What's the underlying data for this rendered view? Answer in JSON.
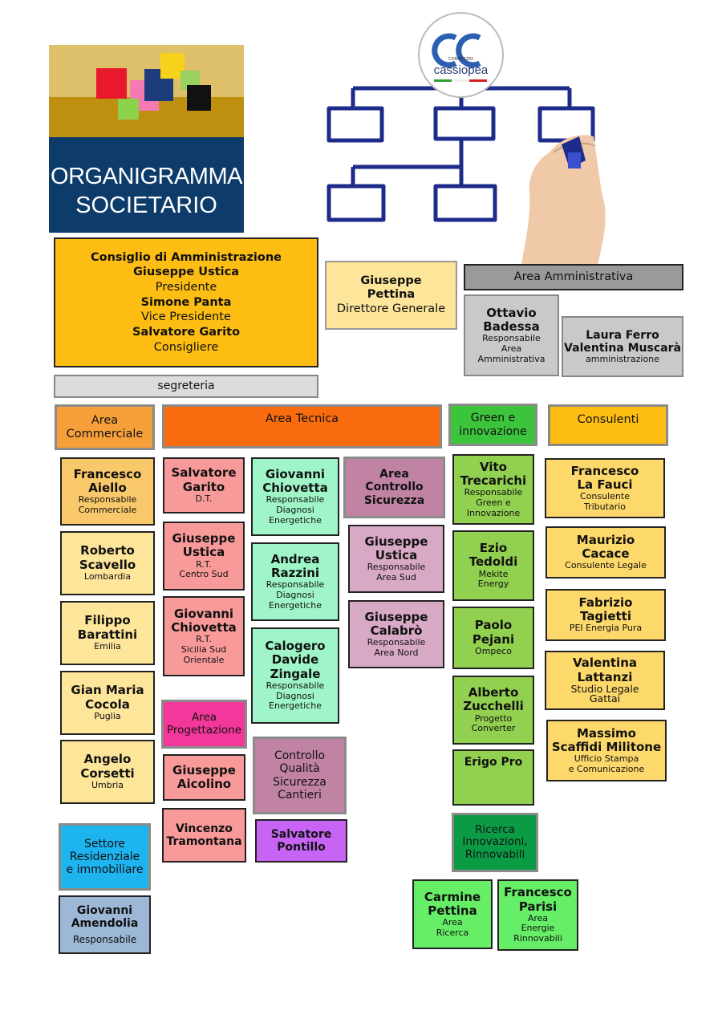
{
  "header": {
    "title_line1": "ORGANIGRAMMA",
    "title_line2": "SOCIETARIO",
    "logo_text": "cassiopea",
    "logo_sub": "CONSORZIO"
  },
  "cda": {
    "title": "Consiglio di Amministrazione",
    "p1_name": "Giuseppe Ustica",
    "p1_role": "Presidente",
    "p2_name": "Simone Panta",
    "p2_role": "Vice Presidente",
    "p3_name": "Salvatore Garito",
    "p3_role": "Consigliere"
  },
  "segreteria": "segreteria",
  "dg": {
    "name1": "Giuseppe",
    "name2": "Pettina",
    "role": "Direttore Generale"
  },
  "amministrativa": {
    "header": "Area Amministrativa",
    "badessa": {
      "n1": "Ottavio",
      "n2": "Badessa",
      "r1": "Responsabile",
      "r2": "Area",
      "r3": "Amministrativa"
    },
    "ferro": {
      "n1": "Laura Ferro",
      "n2": "Valentina Muscarà",
      "r1": "amministrazione"
    }
  },
  "commerciale": {
    "header_1": "Area",
    "header_2": "Commerciale",
    "people": [
      {
        "n1": "Francesco",
        "n2": "Aiello",
        "r1": "Responsabile",
        "r2": "Commerciale"
      },
      {
        "n1": "Roberto",
        "n2": "Scavello",
        "r1": "Lombardia"
      },
      {
        "n1": "Filippo",
        "n2": "Barattini",
        "r1": "Emilia"
      },
      {
        "n1": "Gian Maria",
        "n2": "Cocola",
        "r1": "Puglia"
      },
      {
        "n1": "Angelo",
        "n2": "Corsetti",
        "r1": "Umbria"
      }
    ]
  },
  "residenziale": {
    "h1": "Settore",
    "h2": "Residenziale",
    "h3": "e immobiliare",
    "n1": "Giovanni",
    "n2": "Amendolia",
    "r1": "Responsabile"
  },
  "tecnica": {
    "header": "Area Tecnica",
    "col1": [
      {
        "n1": "Salvatore",
        "n2": "Garito",
        "r1": "D.T."
      },
      {
        "n1": "Giuseppe",
        "n2": "Ustica",
        "r1": "R.T.",
        "r2": "Centro Sud"
      },
      {
        "n1": "Giovanni",
        "n2": "Chiovetta",
        "r1": "R.T.",
        "r2": "Sicilia Sud",
        "r3": "Orientale"
      }
    ],
    "col2": [
      {
        "n1": "Giovanni",
        "n2": "Chiovetta",
        "r1": "Responsabile",
        "r2": "Diagnosi",
        "r3": "Energetiche"
      },
      {
        "n1": "Andrea",
        "n2": "Razzini",
        "r1": "Responsabile",
        "r2": "Diagnosi",
        "r3": "Energetiche"
      },
      {
        "n1": "Calogero",
        "n2": "Davide",
        "n3": "Zingale",
        "r1": "Responsabile",
        "r2": "Diagnosi",
        "r3": "Energetiche"
      }
    ],
    "sicurezza": {
      "h1": "Area",
      "h2": "Controllo",
      "h3": "Sicurezza"
    },
    "col3": [
      {
        "n1": "Giuseppe",
        "n2": "Ustica",
        "r1": "Responsabile",
        "r2": "Area  Sud"
      },
      {
        "n1": "Giuseppe",
        "n2": "Calabrò",
        "r1": "Responsabile",
        "r2": "Area  Nord"
      }
    ],
    "progettazione": {
      "h1": "Area",
      "h2": "Progettazione"
    },
    "prog_people": [
      {
        "n1": "Giuseppe",
        "n2": "Aicolino"
      },
      {
        "n1": "Vincenzo",
        "n2": "Tramontana"
      }
    ],
    "qualita": {
      "h1": "Controllo",
      "h2": "Qualità",
      "h3": "Sicurezza",
      "h4": "Cantieri"
    },
    "pontillo": {
      "n1": "Salvatore",
      "n2": "Pontillo"
    }
  },
  "green": {
    "header_1": "Green e",
    "header_2": "innovazione",
    "people": [
      {
        "n1": "Vito",
        "n2": "Trecarichi",
        "r1": "Responsabile",
        "r2": "Green e",
        "r3": "Innovazione"
      },
      {
        "n1": "Ezio",
        "n2": "Tedoldi",
        "r1": "Mekite",
        "r2": "Energy"
      },
      {
        "n1": "Paolo",
        "n2": "Pejani",
        "r1": "Ompeco"
      },
      {
        "n1": "Alberto",
        "n2": "Zucchelli",
        "r1": "Progetto",
        "r2": "Converter"
      },
      {
        "n1": "Erigo Pro"
      }
    ],
    "ricerca": {
      "h1": "Ricerca",
      "h2": "Innovazioni,",
      "h3": "Rinnovabili"
    },
    "pettina": {
      "n1": "Carmine",
      "n2": "Pettina",
      "r1": "Area",
      "r2": "Ricerca"
    },
    "parisi": {
      "n1": "Francesco",
      "n2": "Parisi",
      "r1": "Area",
      "r2": "Energie",
      "r3": "Rinnovabili"
    }
  },
  "consulenti": {
    "header": "Consulenti",
    "people": [
      {
        "n1": "Francesco",
        "n2": "La Fauci",
        "r1": "Consulente",
        "r2": "Tributario"
      },
      {
        "n1": "Maurizio",
        "n2": "Cacace",
        "r1": "Consulente Legale"
      },
      {
        "n1": "Fabrizio",
        "n2": "Tagietti",
        "r1": "PEI Energia Pura"
      },
      {
        "n1": "Valentina",
        "n2": "Lattanzi",
        "r1": "Studio Legale",
        "r2": "Gattai"
      },
      {
        "n1": "Massimo",
        "n2": "Scaffidi Militone",
        "r1": "Ufficio Stampa",
        "r2": "e Comunicazione"
      }
    ]
  },
  "colors": {
    "orange_yellow": "#fdbd13",
    "light_yellow": "#fde59a",
    "grey": "#9a9a9a",
    "commerciale": "#f7a03a",
    "tecnica": "#f96b0f",
    "green_header": "#3dc43d",
    "pink": "#f99a9a",
    "mint": "#9ff5c8",
    "mauve": "#c183a4",
    "light_mauve": "#d8a9c4",
    "lime": "#92d050",
    "bright_green": "#66ee66",
    "dark_green": "#0c9b45",
    "cyan": "#1eb4f0",
    "steel": "#9db7d6",
    "magenta": "#f4379a",
    "violet": "#c864f5"
  }
}
